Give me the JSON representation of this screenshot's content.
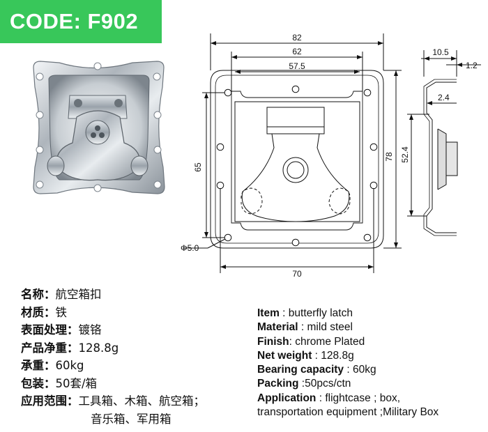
{
  "badge": {
    "code": "CODE: F902"
  },
  "dimensions": {
    "width_overall": "82",
    "width_mid": "62",
    "width_inner": "57.5",
    "width_bottom": "70",
    "height_left": "65",
    "height_right": "78",
    "hole_diameter": "Φ5.0",
    "side_top": "10.5",
    "side_thickness": "1.2",
    "side_offset": "2.4",
    "side_height": "52.4"
  },
  "specs_cn": {
    "name_label": "名称",
    "name_value": "航空箱扣",
    "material_label": "材质",
    "material_value": "铁",
    "finish_label": "表面处理",
    "finish_value": "镀铬",
    "weight_label": "产品净重",
    "weight_value": "128.8g",
    "bearing_label": "承重",
    "bearing_value": "60kg",
    "packing_label": "包装",
    "packing_value": "50套/箱",
    "application_label": "应用范围",
    "application_value_1": "工具箱、木箱、航空箱；",
    "application_value_2": "音乐箱、军用箱"
  },
  "specs_en": {
    "item_label": "Item",
    "item_value": "butterfly latch",
    "material_label": "Material",
    "material_value": "mild steel",
    "finish_label": "Finish",
    "finish_value": "chrome Plated",
    "weight_label": "Net weight",
    "weight_value": "128.8g",
    "bearing_label": "Bearing capacity",
    "bearing_value": "60kg",
    "packing_label": "Packing",
    "packing_value": "50pcs/ctn",
    "application_label": "Application",
    "application_value_1": "flightcase ; box,",
    "application_value_2": "transportation equipment ;Military Box"
  }
}
